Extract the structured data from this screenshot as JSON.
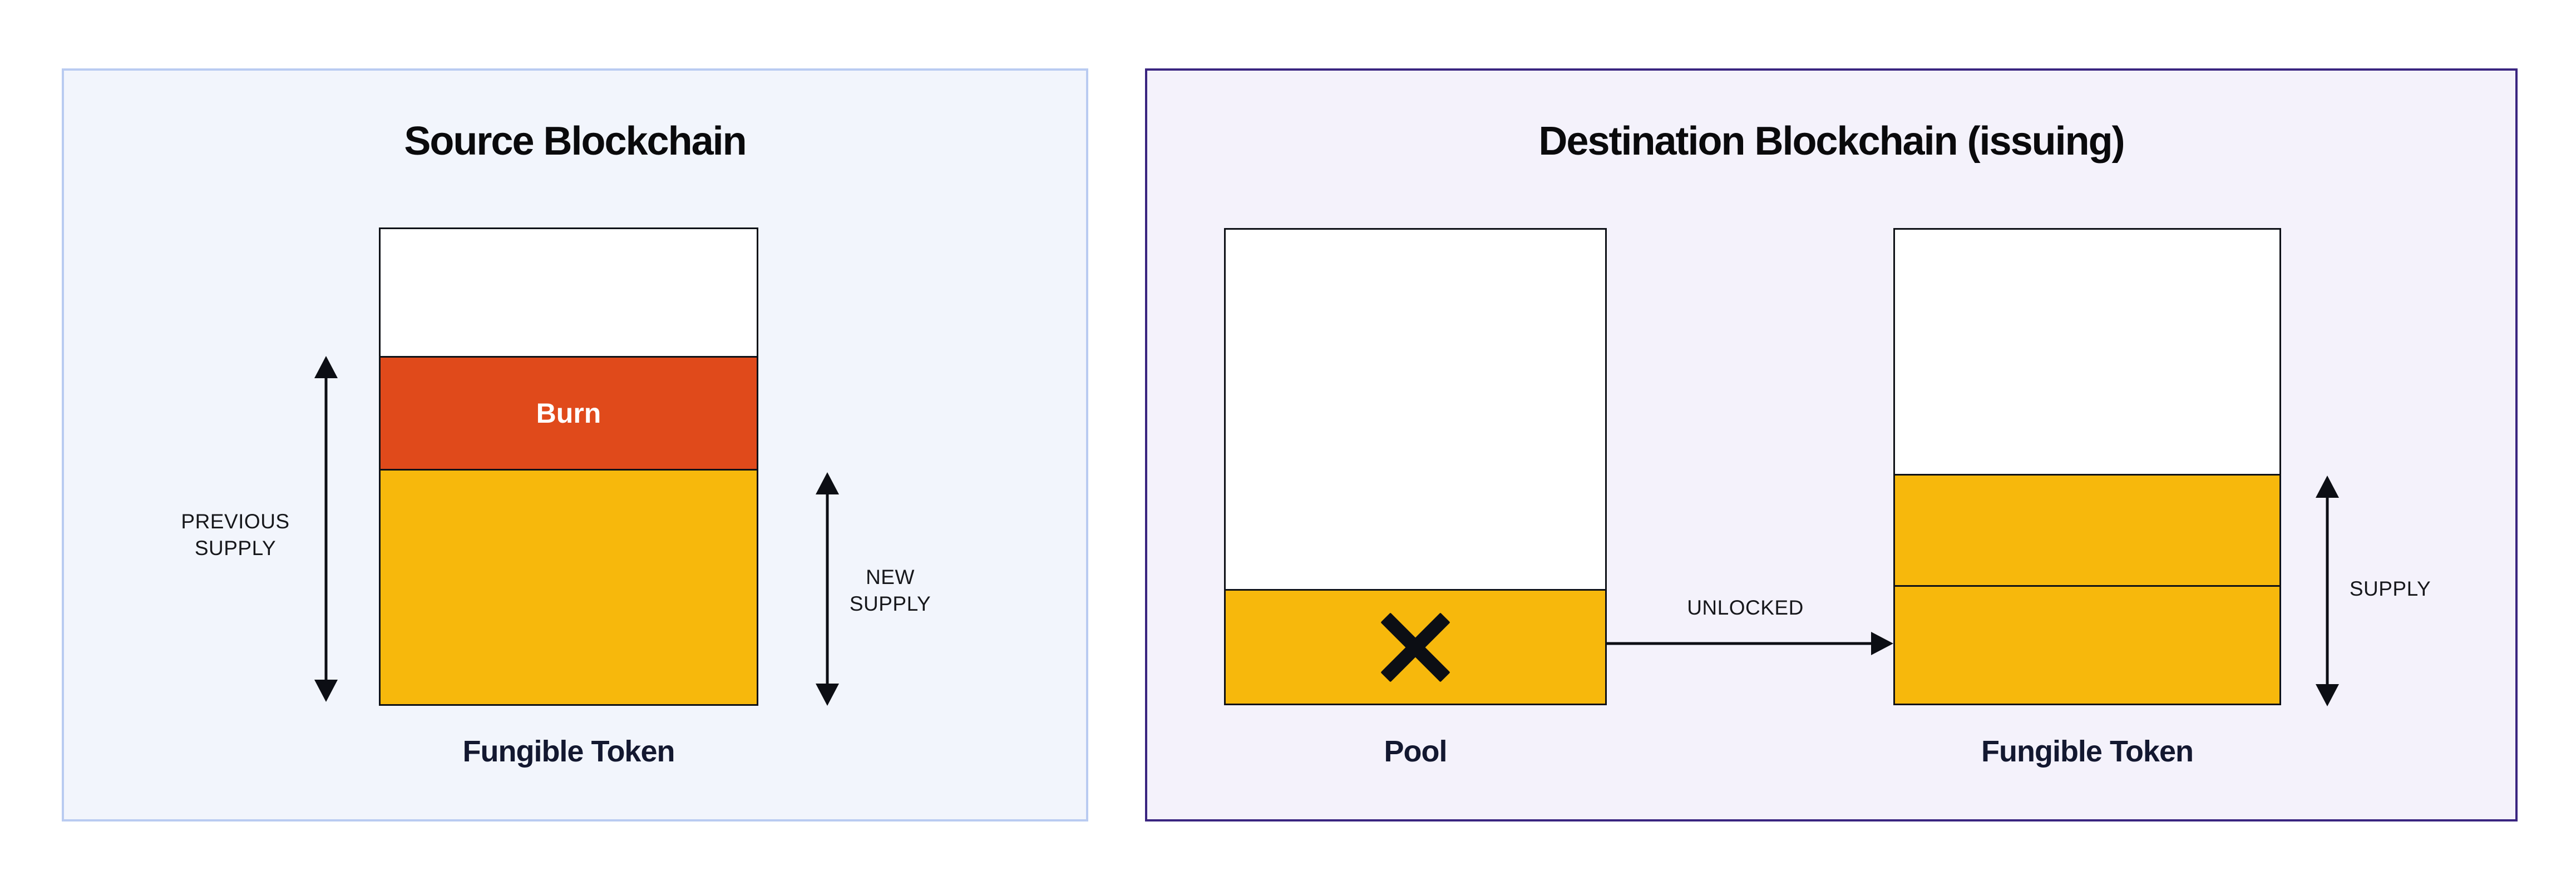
{
  "colors": {
    "page_bg": "#ffffff",
    "panel_src_bg": "#f2f5fc",
    "panel_src_border": "#b9cbf1",
    "panel_dst_bg": "#f4f2fb",
    "panel_dst_border": "#3a2580",
    "bar_border": "#0e1117",
    "bar_white": "#ffffff",
    "burn_red": "#e04a1b",
    "gold": "#f7b80c",
    "arrow_ink": "#0c0e14",
    "title_ink": "#0a0a0c",
    "caption_ink": "#131830",
    "label_ink": "#16171b",
    "burn_text": "#ffffff"
  },
  "source_panel": {
    "title": "Source Blockchain",
    "burn_label": "Burn",
    "bar_caption": "Fungible Token",
    "previous_supply": {
      "line1": "PREVIOUS",
      "line2": "SUPPLY"
    },
    "new_supply": {
      "line1": "NEW",
      "line2": "SUPPLY"
    }
  },
  "destination_panel": {
    "title": "Destination Blockchain (issuing)",
    "pool_caption": "Pool",
    "token_caption": "Fungible Token",
    "unlocked_label": "UNLOCKED",
    "supply_label": "SUPPLY"
  },
  "figures": {
    "source_token_bar": {
      "segments": [
        {
          "label": "unfilled",
          "fraction": 0.27,
          "color_key": "bar_white"
        },
        {
          "label": "Burn",
          "fraction": 0.24,
          "color_key": "burn_red"
        },
        {
          "label": "remaining supply",
          "fraction": 0.49,
          "color_key": "gold"
        }
      ],
      "previous_supply_span": "burn + remaining supply",
      "new_supply_span": "remaining supply"
    },
    "pool_bar": {
      "segments": [
        {
          "label": "unfilled",
          "fraction": 0.76,
          "color_key": "bar_white"
        },
        {
          "label": "locked tokens (crossed out)",
          "fraction": 0.24,
          "color_key": "gold"
        }
      ]
    },
    "destination_token_bar": {
      "segments": [
        {
          "label": "unfilled",
          "fraction": 0.52,
          "color_key": "bar_white"
        },
        {
          "label": "issued supply (upper)",
          "fraction": 0.235,
          "color_key": "gold"
        },
        {
          "label": "issued supply (lower, unlocked from pool)",
          "fraction": 0.245,
          "color_key": "gold"
        }
      ],
      "supply_span": "both gold segments"
    },
    "flow": {
      "from": "Pool",
      "to": "Fungible Token",
      "label": "UNLOCKED"
    }
  }
}
